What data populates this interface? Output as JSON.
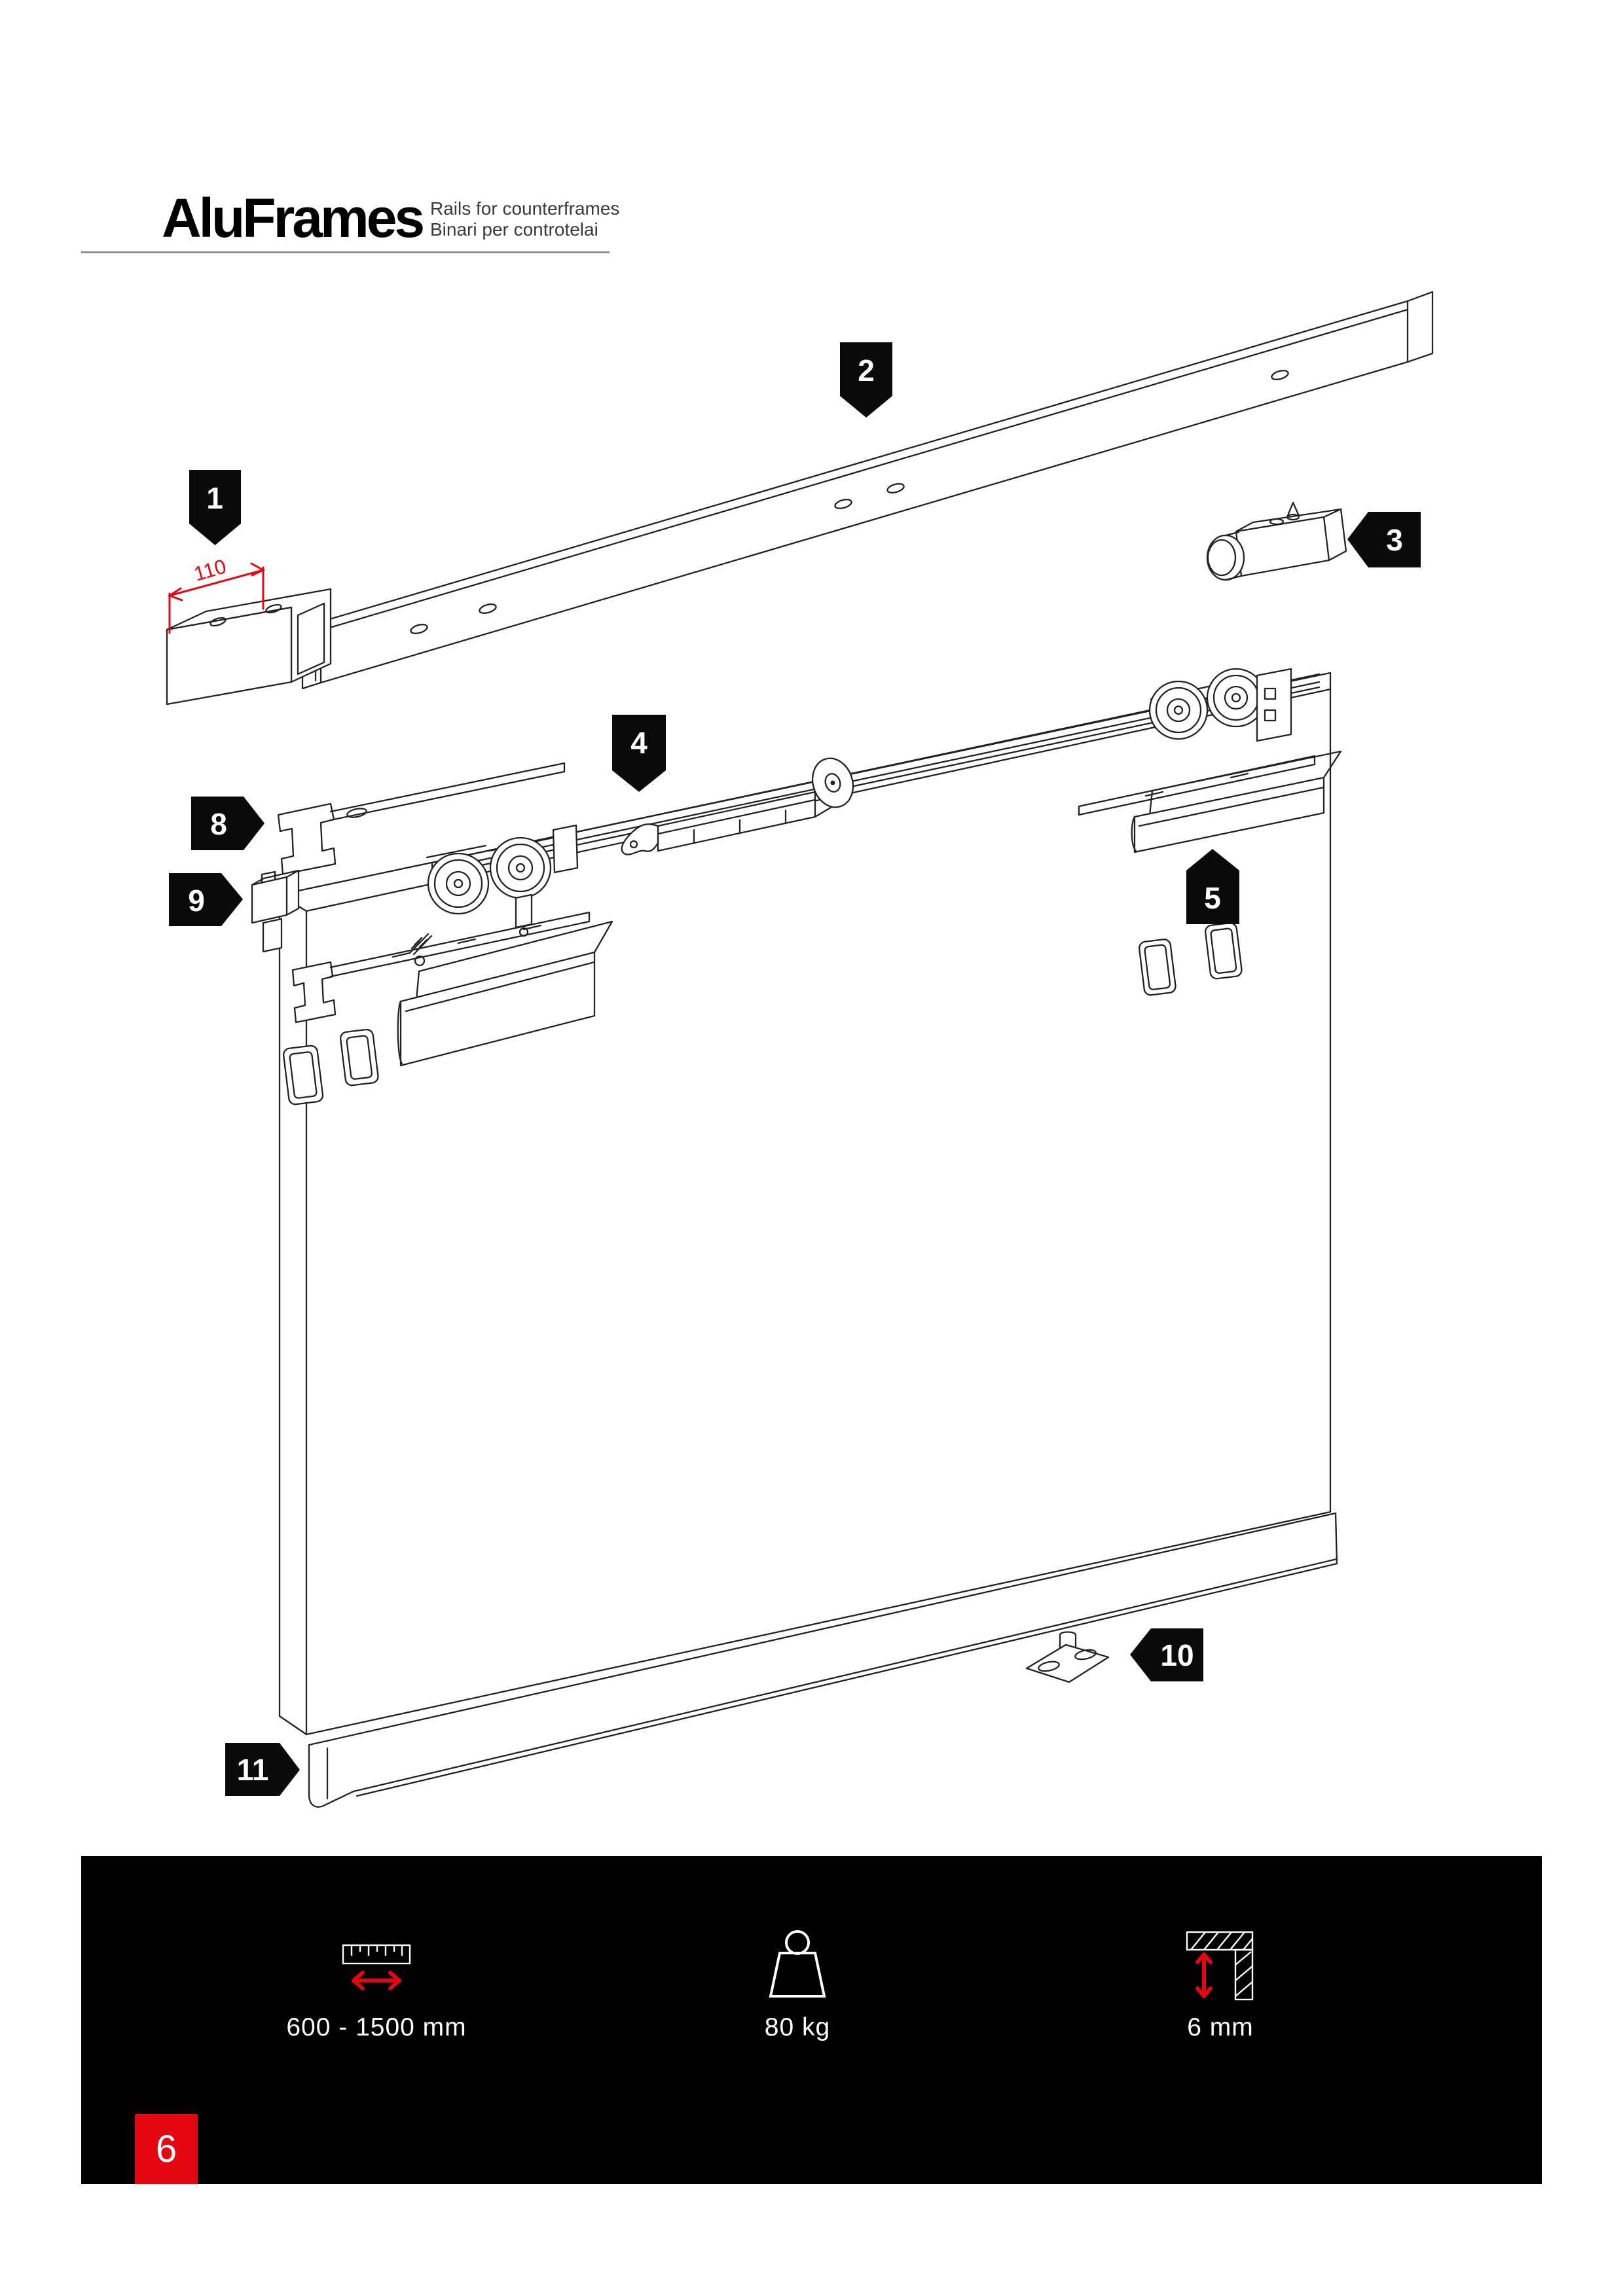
{
  "header": {
    "title": "AluFrames",
    "subtitle_line1": "Rails for counterframes",
    "subtitle_line2": "Binari per controtelai"
  },
  "diagram": {
    "dimension_label": "110",
    "callouts": [
      "1",
      "2",
      "3",
      "4",
      "5",
      "8",
      "9",
      "10",
      "11"
    ]
  },
  "footer": {
    "specs": [
      {
        "icon": "width-range-icon",
        "value": "600 - 1500 mm"
      },
      {
        "icon": "max-weight-icon",
        "value": "80 kg"
      },
      {
        "icon": "panel-thickness-icon",
        "value": "6 mm"
      }
    ],
    "page_number": "6"
  },
  "colors": {
    "accent_red": "#e30613",
    "footer_bg": "#000000",
    "line": "#222222"
  }
}
